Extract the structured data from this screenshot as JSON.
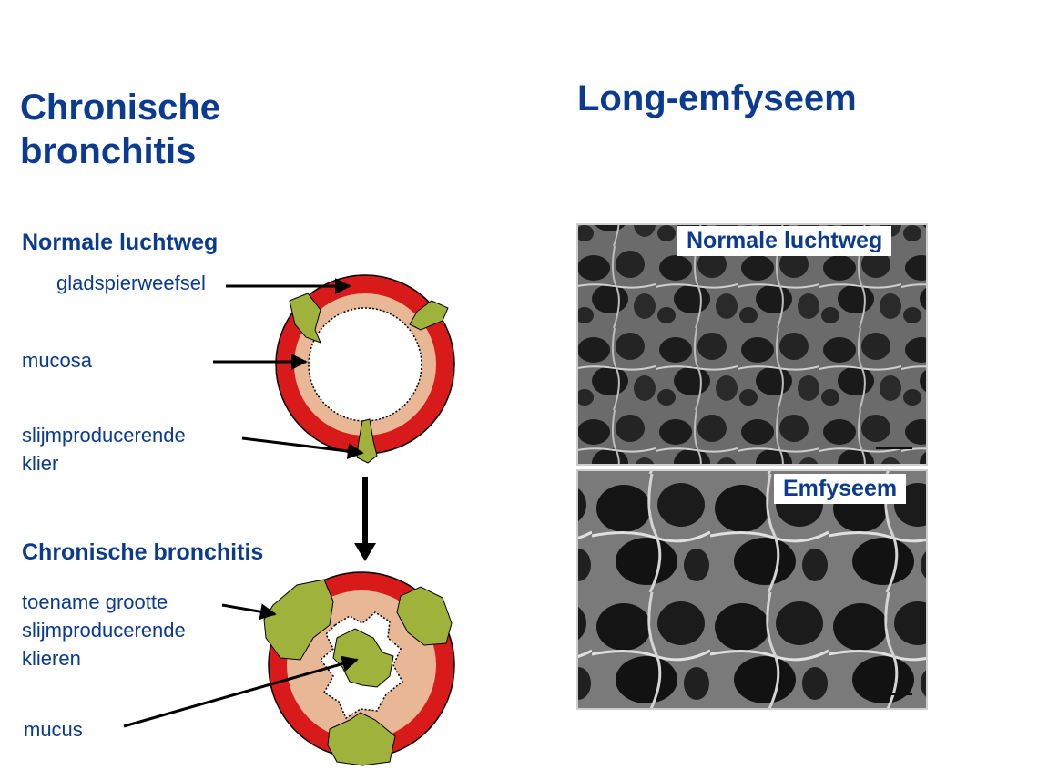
{
  "left_panel": {
    "title": "Chronische\nbronchitis",
    "normal_airway": {
      "heading": "Normale luchtweg",
      "labels": {
        "smooth_muscle": "gladspierweefsel",
        "mucosa": "mucosa",
        "gland": "slijmproducerende\nklier"
      }
    },
    "bronchitis_airway": {
      "heading": "Chronische bronchitis",
      "labels": {
        "enlarged_glands": "toename grootte\nslijmproducerende\nklieren",
        "mucus": "mucus"
      }
    }
  },
  "right_panel": {
    "title": "Long-emfyseem",
    "photos": {
      "normal_caption": "Normale luchtweg",
      "emphysema_caption": "Emfyseem"
    }
  },
  "colors": {
    "title_blue": "#0b3a91",
    "muscle_red": "#d91a1a",
    "mucosa_tan": "#e8b896",
    "gland_green": "#9fb33c",
    "photo_gray": "#5a5a5a"
  }
}
